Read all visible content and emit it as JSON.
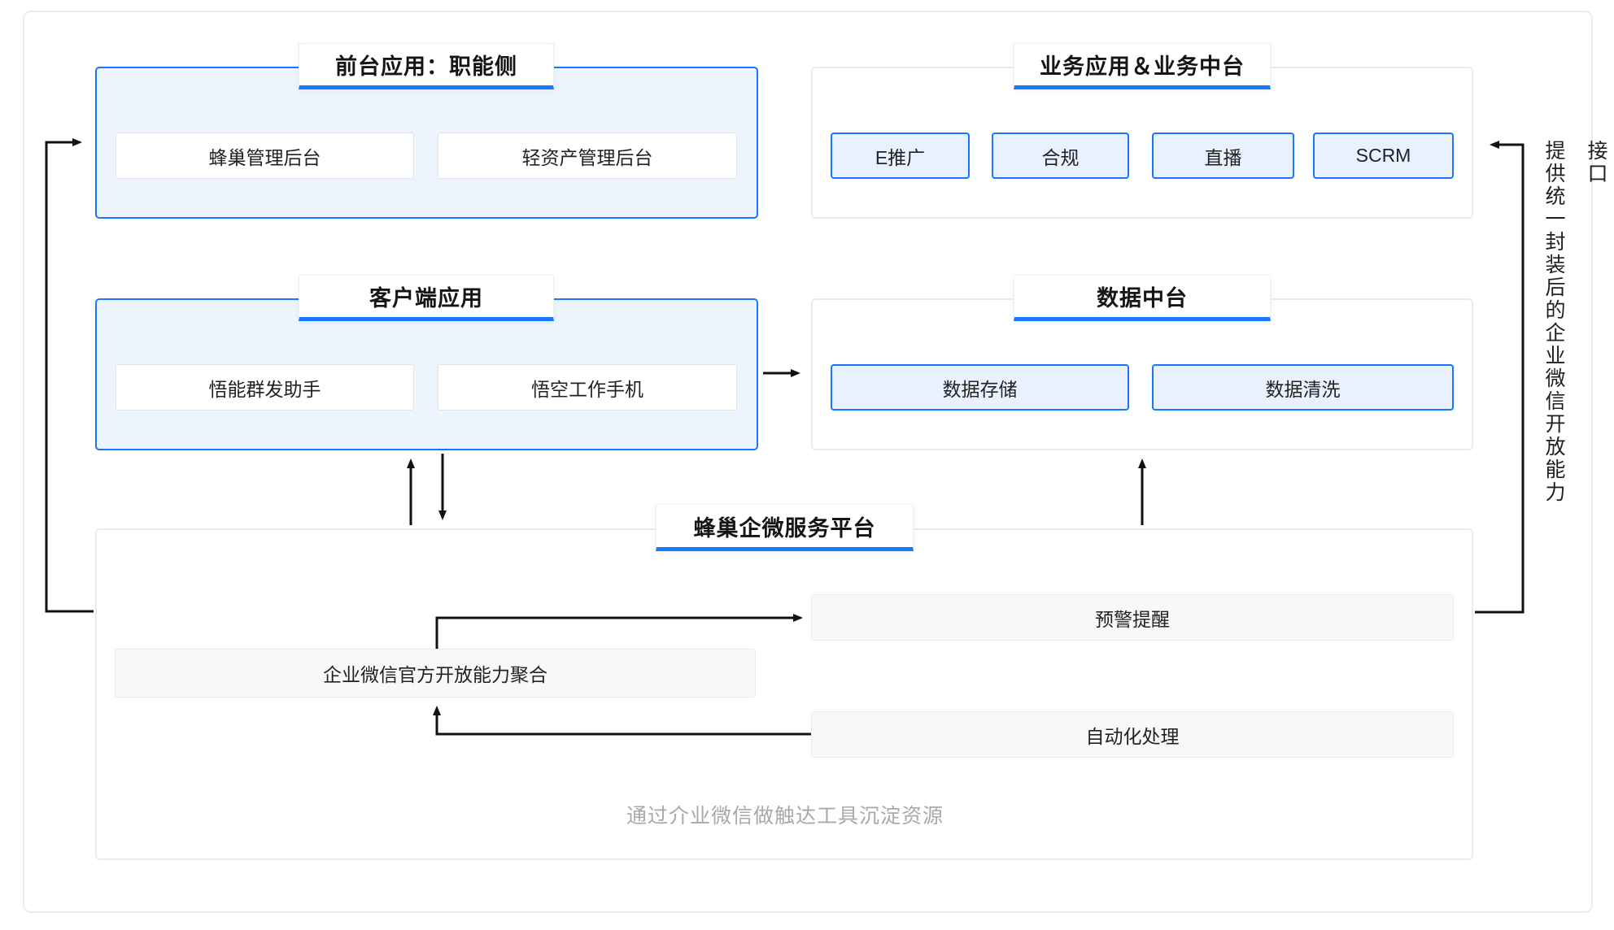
{
  "sections": {
    "frontend": {
      "title": "前台应用：职能侧",
      "items": [
        "蜂巢管理后台",
        "轻资产管理后台"
      ]
    },
    "business": {
      "title": "业务应用＆业务中台",
      "items": [
        "E推广",
        "合规",
        "直播",
        "SCRM"
      ]
    },
    "client": {
      "title": "客户端应用",
      "items": [
        "悟能群发助手",
        "悟空工作手机"
      ]
    },
    "data": {
      "title": "数据中台",
      "items": [
        "数据存储",
        "数据清洗"
      ]
    },
    "platform": {
      "title": "蜂巢企微服务平台",
      "aggregation": "企业微信官方开放能力聚合",
      "alert": "预警提醒",
      "automation": "自动化处理",
      "note": "通过介业微信做触达工具沉淀资源"
    }
  },
  "side_note": "提供统一封装后的企业微信开放能力接口",
  "colors": {
    "accent": "#1677ff",
    "container_fill_blue": "#edf4fe",
    "chip_fill_blue": "#e9f1fe",
    "muted_box_fill": "#f7f8fa",
    "note_text": "#a9a9a9",
    "arrow": "#111111"
  }
}
